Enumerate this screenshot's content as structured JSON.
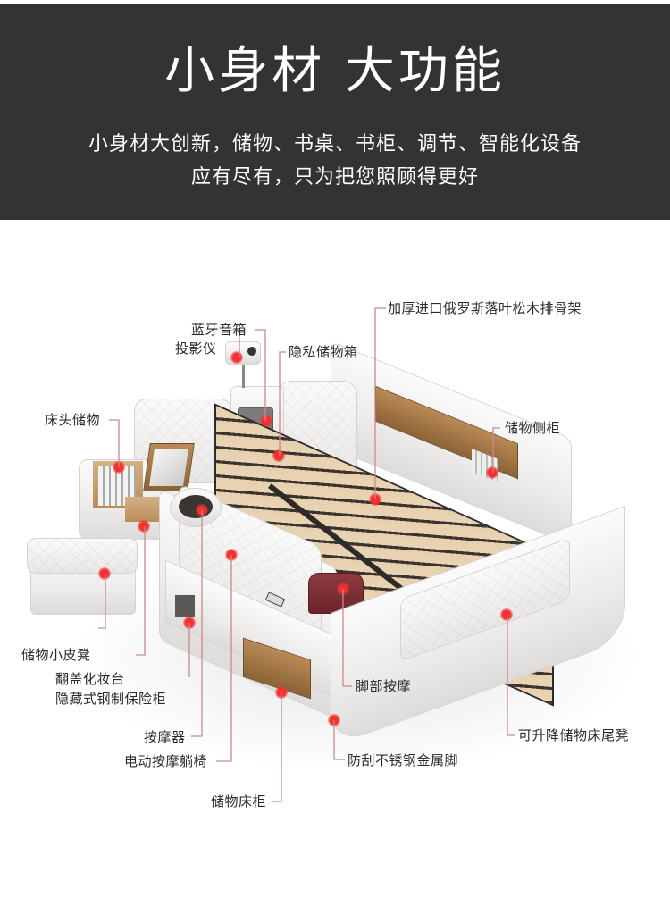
{
  "banner": {
    "title": "小身材 大功能",
    "subtitle_line1": "小身材大创新，储物、书桌、书柜、调节、智能化设备",
    "subtitle_line2": "应有尽有，只为把您照顾得更好",
    "background_color": "#333333",
    "text_color": "#ffffff"
  },
  "diagram": {
    "subject": "多功能智能床",
    "accent_color": "#f03030",
    "leader_color": "#c98a8a",
    "callouts": [
      {
        "id": "slat-frame",
        "label": "加厚进口俄罗斯落叶松木排骨架"
      },
      {
        "id": "bluetooth-speaker",
        "label": "蓝牙音箱"
      },
      {
        "id": "projector",
        "label": "投影仪"
      },
      {
        "id": "private-storage-box",
        "label": "隐私储物箱"
      },
      {
        "id": "headboard-storage",
        "label": "床头储物"
      },
      {
        "id": "side-storage-cabinet",
        "label": "储物侧柜"
      },
      {
        "id": "storage-stool",
        "label": "储物小皮凳"
      },
      {
        "id": "flip-vanity",
        "label": "翻盖化妆台"
      },
      {
        "id": "hidden-steel-safe",
        "label": "隐藏式钢制保险柜"
      },
      {
        "id": "foot-massage",
        "label": "脚部按摩"
      },
      {
        "id": "massager",
        "label": "按摩器"
      },
      {
        "id": "lift-storage-bench",
        "label": "可升降储物床尾凳"
      },
      {
        "id": "electric-massage-recliner",
        "label": "电动按摩躺椅"
      },
      {
        "id": "stainless-steel-feet",
        "label": "防刮不锈钢金属脚"
      },
      {
        "id": "storage-bed-drawer",
        "label": "储物床柜"
      }
    ]
  }
}
